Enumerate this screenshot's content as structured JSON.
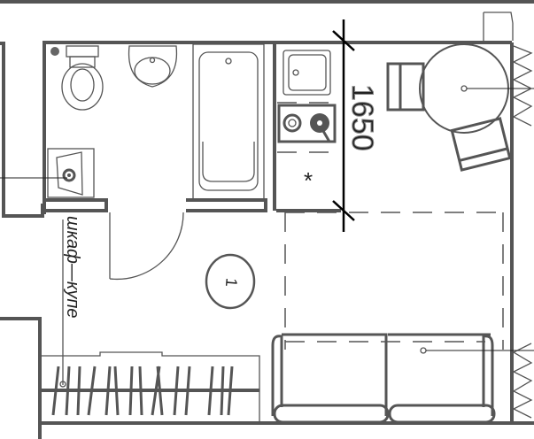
{
  "dimension": {
    "value": "1650"
  },
  "labels": {
    "wardrobe": "шкаф—купе",
    "room_number": "1"
  },
  "colors": {
    "line": "#555555",
    "background": "#ffffff"
  }
}
